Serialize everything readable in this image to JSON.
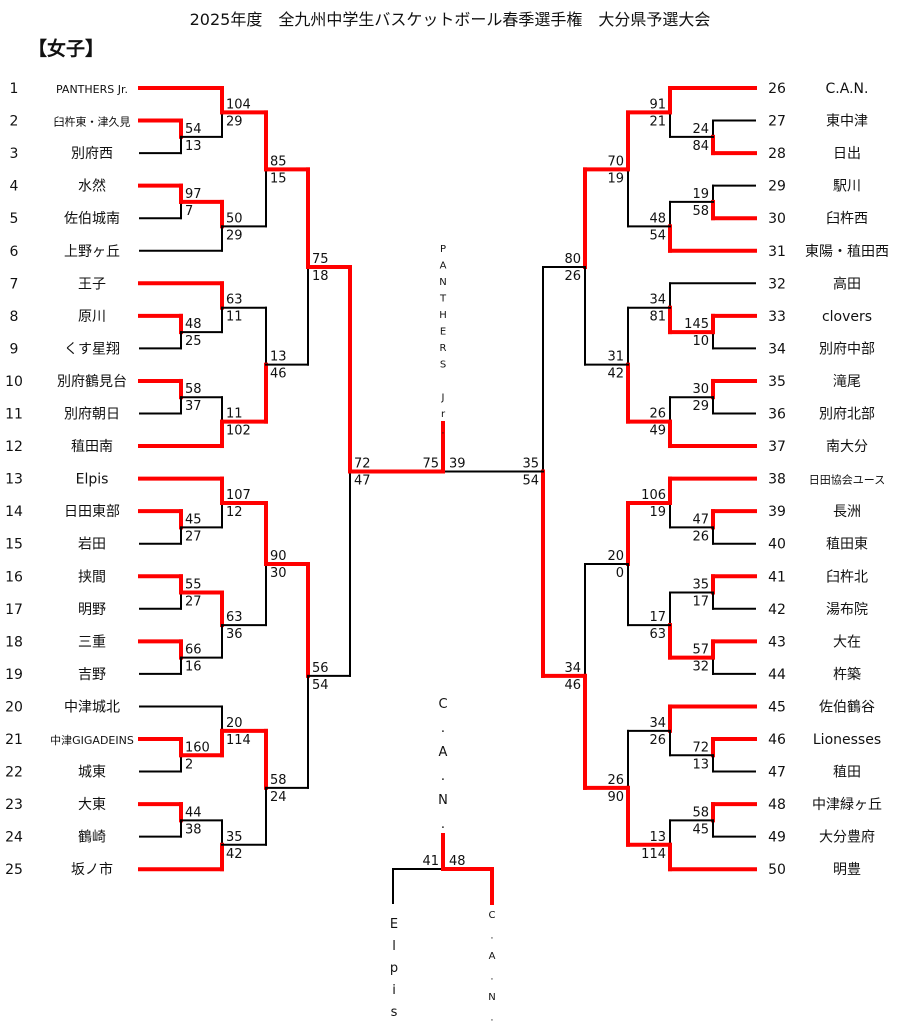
{
  "title": "2025年度　全九州中学生バスケットボール春季選手権　大分県予選大会",
  "division": "【女子】",
  "colors": {
    "winner_line": "#ff0000",
    "loser_line": "#000000"
  },
  "teams": [
    {
      "seed": "1",
      "name": "PANTHERS Jr."
    },
    {
      "seed": "2",
      "name": "臼杵東・津久見"
    },
    {
      "seed": "3",
      "name": "別府西"
    },
    {
      "seed": "4",
      "name": "水然"
    },
    {
      "seed": "5",
      "name": "佐伯城南"
    },
    {
      "seed": "6",
      "name": "上野ヶ丘"
    },
    {
      "seed": "7",
      "name": "王子"
    },
    {
      "seed": "8",
      "name": "原川"
    },
    {
      "seed": "9",
      "name": "くす星翔"
    },
    {
      "seed": "10",
      "name": "別府鶴見台"
    },
    {
      "seed": "11",
      "name": "別府朝日"
    },
    {
      "seed": "12",
      "name": "稙田南"
    },
    {
      "seed": "13",
      "name": "Elpis"
    },
    {
      "seed": "14",
      "name": "日田東部"
    },
    {
      "seed": "15",
      "name": "岩田"
    },
    {
      "seed": "16",
      "name": "挟間"
    },
    {
      "seed": "17",
      "name": "明野"
    },
    {
      "seed": "18",
      "name": "三重"
    },
    {
      "seed": "19",
      "name": "吉野"
    },
    {
      "seed": "20",
      "name": "中津城北"
    },
    {
      "seed": "21",
      "name": "中津GIGADEINS"
    },
    {
      "seed": "22",
      "name": "城東"
    },
    {
      "seed": "23",
      "name": "大東"
    },
    {
      "seed": "24",
      "name": "鶴崎"
    },
    {
      "seed": "25",
      "name": "坂ノ市"
    },
    {
      "seed": "26",
      "name": "C.A.N."
    },
    {
      "seed": "27",
      "name": "東中津"
    },
    {
      "seed": "28",
      "name": "日出"
    },
    {
      "seed": "29",
      "name": "駅川"
    },
    {
      "seed": "30",
      "name": "臼杵西"
    },
    {
      "seed": "31",
      "name": "東陽・稙田西"
    },
    {
      "seed": "32",
      "name": "高田"
    },
    {
      "seed": "33",
      "name": "clovers"
    },
    {
      "seed": "34",
      "name": "別府中部"
    },
    {
      "seed": "35",
      "name": "滝尾"
    },
    {
      "seed": "36",
      "name": "別府北部"
    },
    {
      "seed": "37",
      "name": "南大分"
    },
    {
      "seed": "38",
      "name": "日田協会ユース"
    },
    {
      "seed": "39",
      "name": "長洲"
    },
    {
      "seed": "40",
      "name": "稙田東"
    },
    {
      "seed": "41",
      "name": "臼杵北"
    },
    {
      "seed": "42",
      "name": "湯布院"
    },
    {
      "seed": "43",
      "name": "大在"
    },
    {
      "seed": "44",
      "name": "杵築"
    },
    {
      "seed": "45",
      "name": "佐伯鶴谷"
    },
    {
      "seed": "46",
      "name": "Lionesses"
    },
    {
      "seed": "47",
      "name": "稙田"
    },
    {
      "seed": "48",
      "name": "中津緑ヶ丘"
    },
    {
      "seed": "49",
      "name": "大分豊府"
    },
    {
      "seed": "50",
      "name": "明豊"
    }
  ],
  "matches": {
    "left": [
      {
        "id": "L2-3",
        "top_score": "54",
        "bottom_score": "13",
        "winner": "top"
      },
      {
        "id": "L1-23",
        "top_score": "104",
        "bottom_score": "29",
        "winner": "top"
      },
      {
        "id": "L4-5",
        "top_score": "97",
        "bottom_score": "7",
        "winner": "top"
      },
      {
        "id": "L45-6",
        "top_score": "50",
        "bottom_score": "29",
        "winner": "top"
      },
      {
        "id": "L1-6",
        "top_score": "85",
        "bottom_score": "15",
        "winner": "top"
      },
      {
        "id": "L8-9",
        "top_score": "48",
        "bottom_score": "25",
        "winner": "top"
      },
      {
        "id": "L7-89",
        "top_score": "63",
        "bottom_score": "11",
        "winner": "top"
      },
      {
        "id": "L10-11",
        "top_score": "58",
        "bottom_score": "37",
        "winner": "top"
      },
      {
        "id": "L1011-12",
        "top_score": "11",
        "bottom_score": "102",
        "winner": "bottom"
      },
      {
        "id": "L7-12",
        "top_score": "13",
        "bottom_score": "46",
        "winner": "bottom"
      },
      {
        "id": "L1-12",
        "top_score": "75",
        "bottom_score": "18",
        "winner": "top"
      },
      {
        "id": "L14-15",
        "top_score": "45",
        "bottom_score": "27",
        "winner": "top"
      },
      {
        "id": "L13-1415",
        "top_score": "107",
        "bottom_score": "12",
        "winner": "top"
      },
      {
        "id": "L16-17",
        "top_score": "55",
        "bottom_score": "27",
        "winner": "top"
      },
      {
        "id": "L18-19",
        "top_score": "66",
        "bottom_score": "16",
        "winner": "top"
      },
      {
        "id": "L1617-1819",
        "top_score": "63",
        "bottom_score": "36",
        "winner": "top"
      },
      {
        "id": "L13-19",
        "top_score": "90",
        "bottom_score": "30",
        "winner": "top"
      },
      {
        "id": "L21-22",
        "top_score": "160",
        "bottom_score": "2",
        "winner": "top"
      },
      {
        "id": "L20-2122",
        "top_score": "20",
        "bottom_score": "114",
        "winner": "bottom"
      },
      {
        "id": "L23-24",
        "top_score": "44",
        "bottom_score": "38",
        "winner": "top"
      },
      {
        "id": "L2324-25",
        "top_score": "35",
        "bottom_score": "42",
        "winner": "bottom"
      },
      {
        "id": "L20-25",
        "top_score": "58",
        "bottom_score": "24",
        "winner": "top"
      },
      {
        "id": "L13-25",
        "top_score": "56",
        "bottom_score": "54",
        "winner": "top"
      },
      {
        "id": "L-semi",
        "top_score": "72",
        "bottom_score": "47",
        "winner": "top"
      }
    ],
    "right": [
      {
        "id": "R27-28",
        "top_score": "24",
        "bottom_score": "84",
        "winner": "bottom"
      },
      {
        "id": "R26-2728",
        "top_score": "91",
        "bottom_score": "21",
        "winner": "top"
      },
      {
        "id": "R29-30",
        "top_score": "19",
        "bottom_score": "58",
        "winner": "bottom"
      },
      {
        "id": "R2930-31",
        "top_score": "48",
        "bottom_score": "54",
        "winner": "bottom"
      },
      {
        "id": "R26-31",
        "top_score": "70",
        "bottom_score": "19",
        "winner": "top"
      },
      {
        "id": "R33-34",
        "top_score": "145",
        "bottom_score": "10",
        "winner": "top"
      },
      {
        "id": "R32-3334",
        "top_score": "34",
        "bottom_score": "81",
        "winner": "bottom"
      },
      {
        "id": "R35-36",
        "top_score": "30",
        "bottom_score": "29",
        "winner": "top"
      },
      {
        "id": "R3536-37",
        "top_score": "26",
        "bottom_score": "49",
        "winner": "bottom"
      },
      {
        "id": "R32-37",
        "top_score": "31",
        "bottom_score": "42",
        "winner": "bottom"
      },
      {
        "id": "R26-37",
        "top_score": "80",
        "bottom_score": "26",
        "winner": "top"
      },
      {
        "id": "R39-40",
        "top_score": "47",
        "bottom_score": "26",
        "winner": "top"
      },
      {
        "id": "R38-3940",
        "top_score": "106",
        "bottom_score": "19",
        "winner": "top"
      },
      {
        "id": "R41-42",
        "top_score": "35",
        "bottom_score": "17",
        "winner": "top"
      },
      {
        "id": "R43-44",
        "top_score": "57",
        "bottom_score": "32",
        "winner": "top"
      },
      {
        "id": "R4142-4344",
        "top_score": "17",
        "bottom_score": "63",
        "winner": "bottom"
      },
      {
        "id": "R38-44",
        "top_score": "20",
        "bottom_score": "0",
        "winner": "top"
      },
      {
        "id": "R46-47",
        "top_score": "72",
        "bottom_score": "13",
        "winner": "top"
      },
      {
        "id": "R45-4647",
        "top_score": "34",
        "bottom_score": "26",
        "winner": "top"
      },
      {
        "id": "R48-49",
        "top_score": "58",
        "bottom_score": "45",
        "winner": "top"
      },
      {
        "id": "R4849-50",
        "top_score": "13",
        "bottom_score": "114",
        "winner": "bottom"
      },
      {
        "id": "R45-50",
        "top_score": "26",
        "bottom_score": "90",
        "winner": "bottom"
      },
      {
        "id": "R38-50",
        "top_score": "34",
        "bottom_score": "46",
        "winner": "bottom"
      },
      {
        "id": "R-semi",
        "top_score": "35",
        "bottom_score": "54",
        "winner": "bottom"
      }
    ],
    "final": {
      "left_score": "75",
      "right_score": "39",
      "winner": "left",
      "champion": "PANTHERS Jr."
    },
    "third_place": {
      "left_team": "Elpis",
      "right_team": "C.A.N.",
      "left_score": "41",
      "right_score": "48",
      "winner": "right",
      "winner_label": "C.A.N."
    }
  }
}
